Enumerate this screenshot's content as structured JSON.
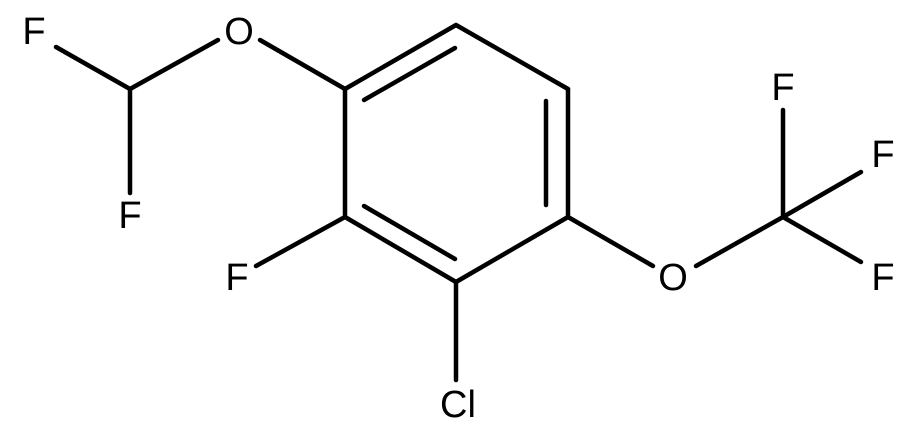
{
  "atoms": {
    "F_chf2_top": "F",
    "O_ether_top": "O",
    "F_chf2_bottom": "F",
    "F_ring": "F",
    "Cl_ring": "Cl",
    "O_ether_right": "O",
    "F_cf3_top": "F",
    "F_cf3_middle": "F",
    "F_cf3_bottom": "F"
  },
  "colors": {
    "bond": "#000000",
    "label": "#000000",
    "background": "#ffffff"
  }
}
